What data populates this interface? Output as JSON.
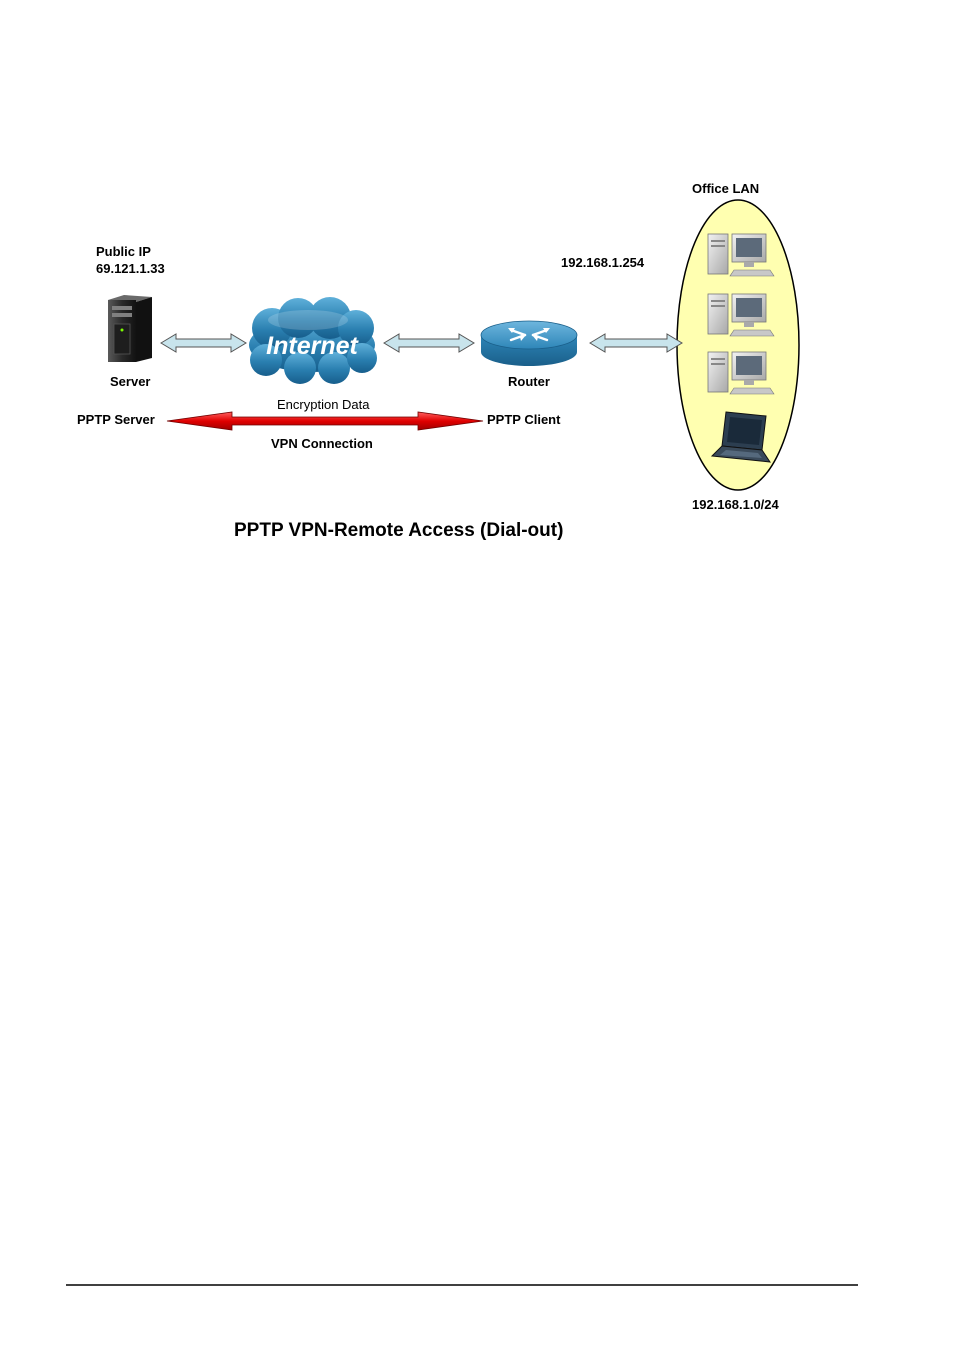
{
  "diagram": {
    "public_ip_label": "Public IP",
    "public_ip_value": "69.121.1.33",
    "server_label": "Server",
    "internet_label": "Internet",
    "router_label": "Router",
    "router_ip": "192.168.1.254",
    "office_lan_label": "Office LAN",
    "lan_subnet": "192.168.1.0/24",
    "pptp_server_label": "PPTP Server",
    "pptp_client_label": "PPTP Client",
    "encryption_label": "Encryption Data",
    "vpn_label": "VPN Connection",
    "title": "PPTP VPN-Remote Access (Dial-out)"
  },
  "colors": {
    "lan_ellipse_fill": "#FFFFB0",
    "vpn_arrow": "#E00000",
    "link_arrow": "#C8E4EC",
    "internet_cloud": "#2A7FB0",
    "router": "#2E86B8"
  },
  "icons": [
    "server-icon",
    "internet-cloud-icon",
    "router-icon",
    "desktop-pc-icon",
    "laptop-icon"
  ]
}
